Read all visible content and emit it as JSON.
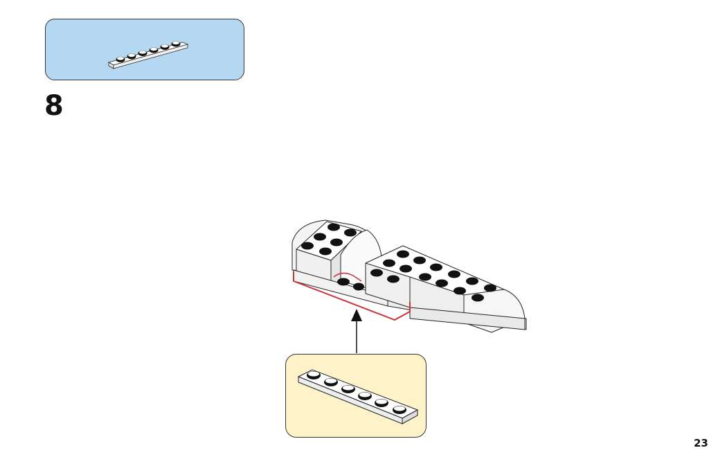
{
  "page": {
    "step_number": "8",
    "page_number": "23"
  },
  "parts_callout": {
    "background": "#b4d8f2",
    "parts": [
      {
        "name": "plate-1x6",
        "color": "white",
        "quantity": 1
      }
    ]
  },
  "sub_assembly": {
    "background": "#fdf2c8",
    "part": {
      "name": "plate-1x6",
      "color": "white"
    }
  },
  "highlight_color": "#c8323a",
  "arrow": {
    "direction": "up"
  }
}
